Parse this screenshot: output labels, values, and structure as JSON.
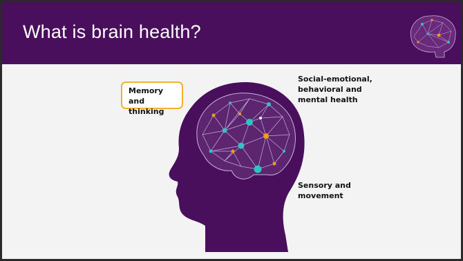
{
  "slide": {
    "title": "What is brain health?",
    "labels": {
      "memory": "Memory\nand thinking",
      "social": "Social-emotional,\nbehavioral and\nmental health",
      "sensory": "Sensory and\nmovement"
    }
  },
  "colors": {
    "header": "#4a0f5c",
    "head": "#4a0f5c",
    "highlight": "#f2b12f",
    "node_teal": "#2ec4c4",
    "node_orange": "#f39a1e",
    "mesh": "#c6b6d9"
  },
  "icons": [
    "brain-network-logo-icon",
    "head-profile-icon",
    "brain-network-icon"
  ]
}
